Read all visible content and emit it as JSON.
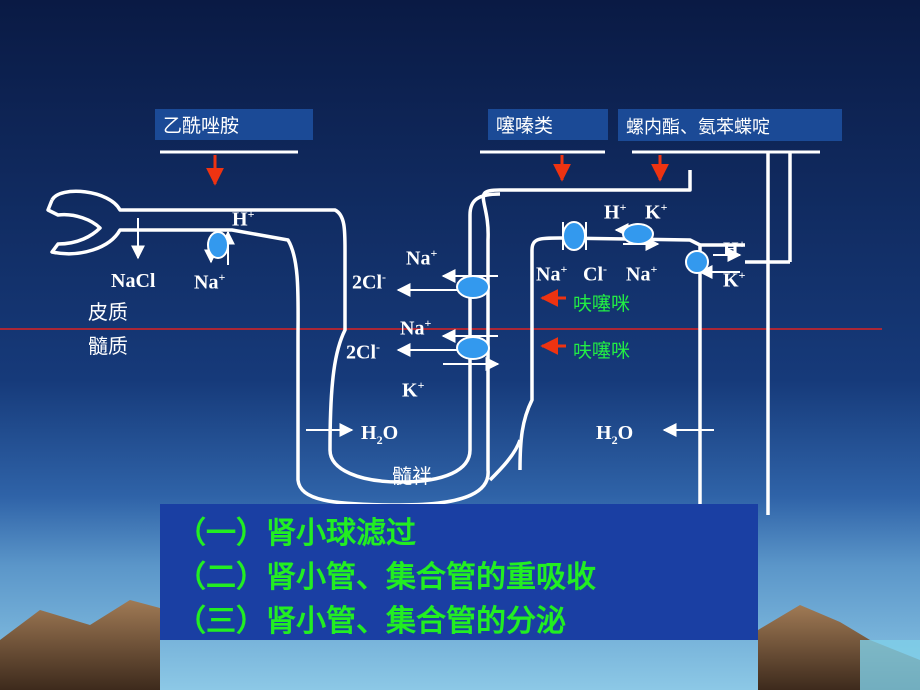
{
  "drugs": {
    "acetazolamide": "乙酰唑胺",
    "thiazide": "噻嗪类",
    "spironolactone": "螺内酯、氨苯蝶啶"
  },
  "ions": {
    "h": "H",
    "na": "Na",
    "k": "K",
    "cl": "Cl",
    "two_cl": "2Cl",
    "nacl": "NaCl",
    "plus": "+",
    "minus": "-",
    "h2o_h": "H",
    "h2o_2": "2",
    "h2o_o": "O"
  },
  "regions": {
    "cortex": "皮质",
    "medulla": "髓质",
    "loop": "髓袢"
  },
  "furosemide": "呋噻咪",
  "summary": [
    "（一）肾小球滤过",
    "（二）肾小管、集合管的重吸收",
    "（三）肾小管、集合管的分泌"
  ],
  "colors": {
    "summary_bg": "#1a3fa3",
    "label_box": "#1b4a96",
    "green_text": "#22ee44",
    "arrow_red": "#ee3311",
    "transporter": "#3399ee",
    "line": "#ffffff"
  }
}
